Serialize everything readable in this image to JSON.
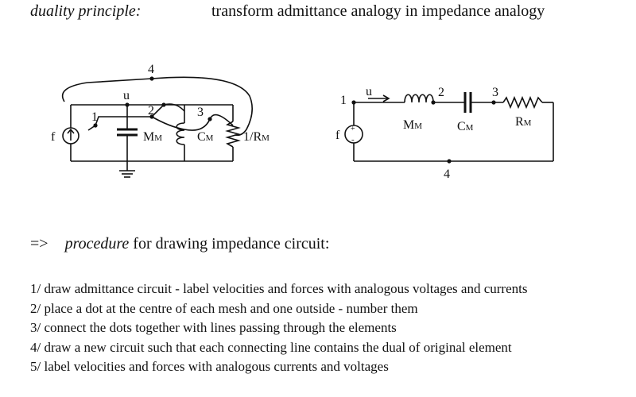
{
  "header": {
    "left": "duality principle:",
    "right": "transform admittance analogy in impedance analogy"
  },
  "admittance_circuit": {
    "source": "f",
    "velocity": "u",
    "node_labels": [
      "1",
      "2",
      "3",
      "4"
    ],
    "mass": "M",
    "mass_sub": "M",
    "compliance": "C",
    "compliance_sub": "M",
    "resistance": "1/R",
    "resistance_sub": "M"
  },
  "impedance_circuit": {
    "source": "f",
    "velocity": "u",
    "node_labels": [
      "1",
      "2",
      "3",
      "4"
    ],
    "mass": "M",
    "mass_sub": "M",
    "compliance": "C",
    "compliance_sub": "M",
    "resistance": "R",
    "resistance_sub": "M",
    "source_plus": "+",
    "source_minus": "-"
  },
  "procedure": {
    "arrow": "=>",
    "title_italic": "procedure",
    "title_rest": " for drawing impedance circuit:"
  },
  "steps": [
    "1/ draw admittance circuit - label velocities and forces with analogous voltages and currents",
    "2/ place a dot at the centre of each mesh and one outside - number them",
    "3/ connect the dots together with lines passing through the elements",
    "4/ draw a new circuit such that each connecting line contains the dual of original element",
    "5/ label velocities and forces with analogous currents and voltages"
  ]
}
